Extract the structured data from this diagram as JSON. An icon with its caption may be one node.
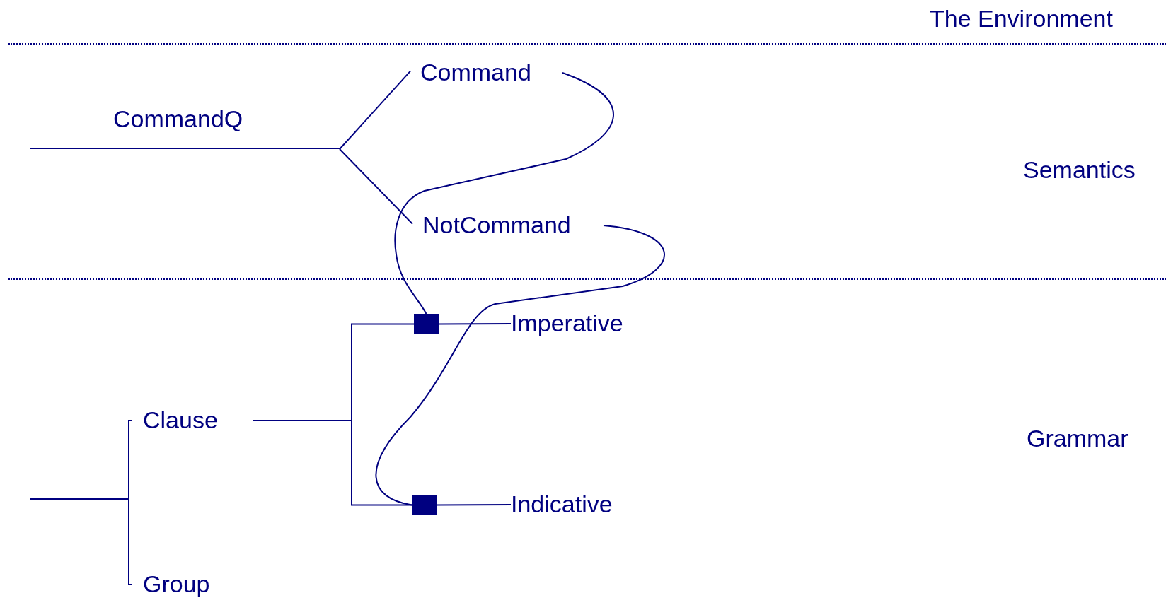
{
  "diagram": {
    "nodes": [
      {
        "text": [
          "CommandQ"
        ]
      },
      {
        "text": [
          "Command"
        ]
      },
      {
        "text": [
          "NotCommand"
        ]
      },
      {
        "text": [],
        "shape": "box"
      },
      {
        "text": [
          "Imperative"
        ]
      },
      {
        "text": [
          "Clause"
        ]
      },
      {
        "text": [],
        "shape": "box"
      },
      {
        "text": [
          "Indicative"
        ]
      },
      {
        "text": [
          "Group"
        ]
      }
    ],
    "edges": [
      {
        "from": 0,
        "to": 1,
        "arrow": "none"
      },
      {
        "from": 0,
        "to": 2,
        "arrow": "none"
      },
      {
        "from": 5,
        "to": 3,
        "arrow": "none"
      },
      {
        "from": 3,
        "to": 4,
        "arrow": "none"
      },
      {
        "from": 5,
        "to": 6,
        "arrow": "none"
      },
      {
        "from": 6,
        "to": 7,
        "arrow": "none"
      },
      {
        "from": null,
        "to": 5,
        "arrow": "none"
      },
      {
        "from": null,
        "to": 8,
        "arrow": "none"
      },
      {
        "from": 1,
        "to": 3,
        "arrow": "none"
      },
      {
        "from": 2,
        "to": 6,
        "arrow": "none"
      }
    ],
    "labels": [
      "The Environment",
      "Semantics",
      "Grammar"
    ]
  }
}
